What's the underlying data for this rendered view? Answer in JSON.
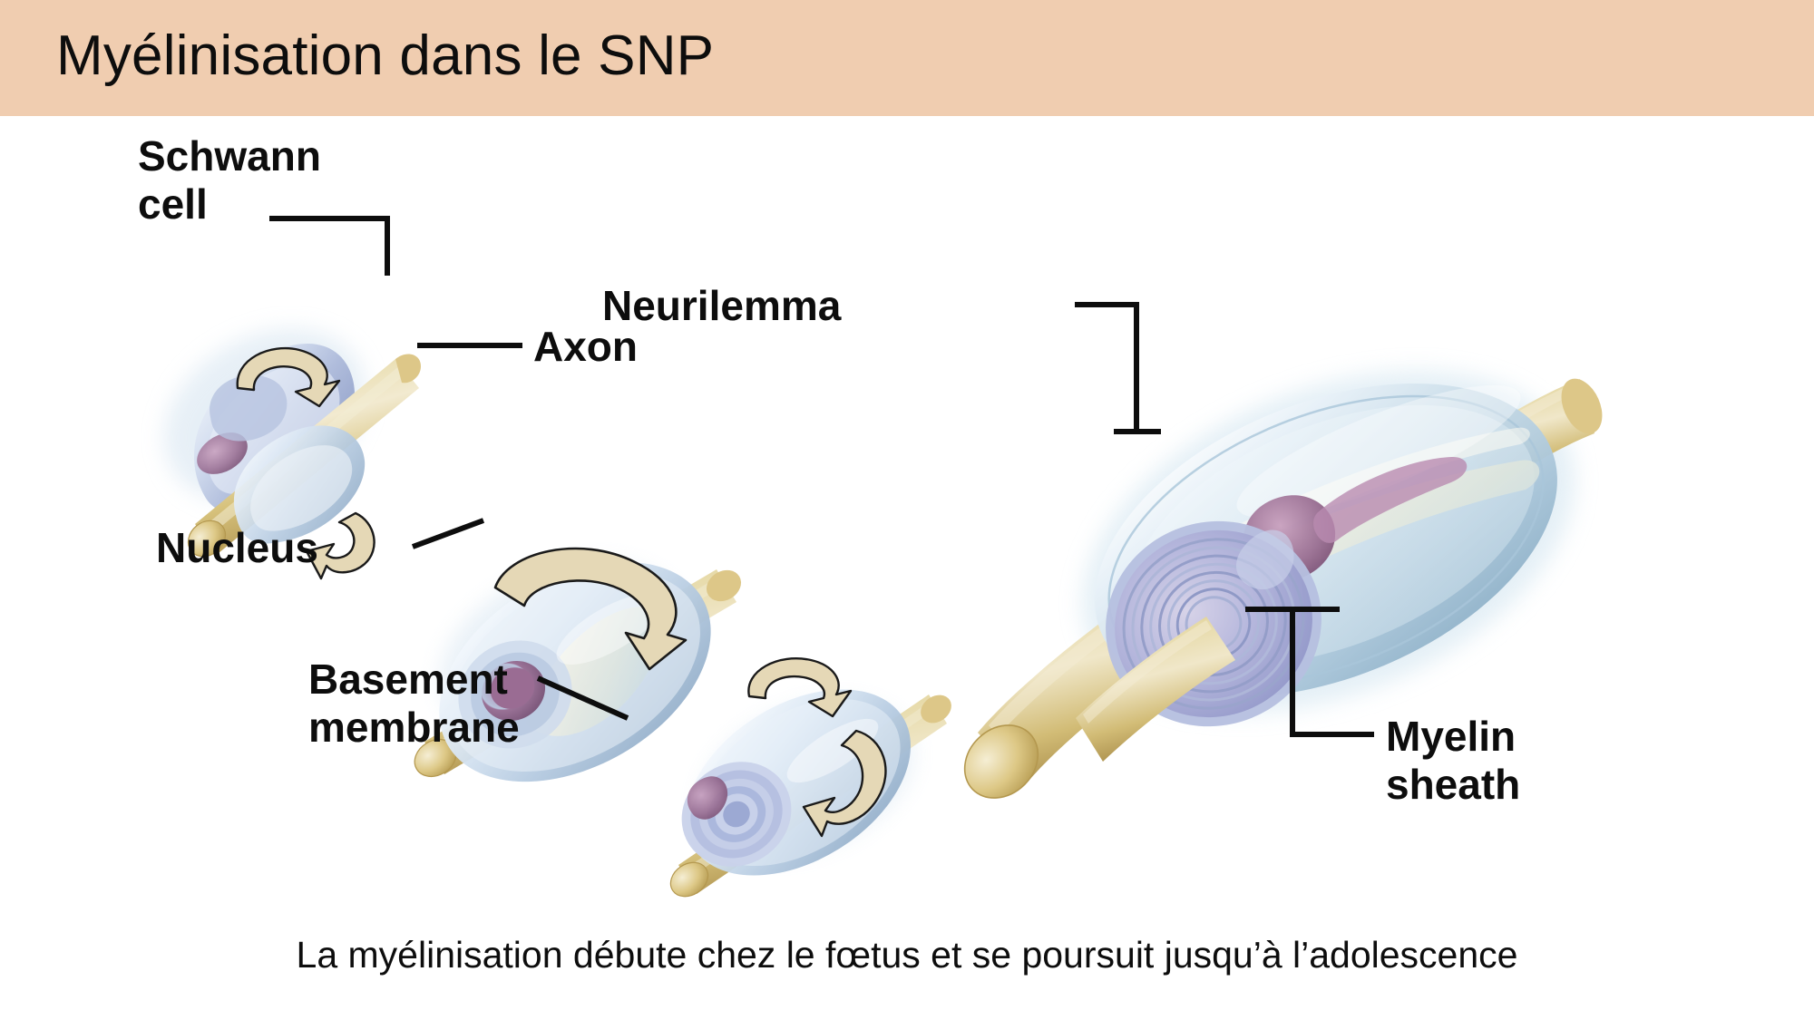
{
  "slide": {
    "title": "Myélinisation dans le SNP",
    "caption": "La myélinisation débute chez le fœtus et se poursuit jusqu’à l’adolescence",
    "header_bg": "#f0cdb0",
    "background": "#ffffff",
    "text_color": "#0d0d0d"
  },
  "figure": {
    "name": "myelination-in-pns-diagram",
    "description": "Four-stage illustration of a Schwann cell wrapping around an axon to form a myelin sheath in the peripheral nervous system",
    "labels": [
      {
        "id": "schwann-cell",
        "line1": "Schwann",
        "line2": "cell",
        "leader": "elbow-right-down"
      },
      {
        "id": "axon",
        "text": "Axon",
        "leader": "straight-left"
      },
      {
        "id": "nucleus",
        "text": "Nucleus",
        "leader": "diagonal-right-up"
      },
      {
        "id": "basement-membrane",
        "line1": "Basement",
        "line2": "membrane",
        "leader": "diagonal-right-up"
      },
      {
        "id": "neurilemma",
        "text": "Neurilemma",
        "leader": "elbow-right-down"
      },
      {
        "id": "myelin-sheath",
        "line1": "Myelin",
        "line2": "sheath",
        "leader": "elbow-up-left"
      }
    ],
    "colors": {
      "axon_gold": "#d9c27c",
      "axon_gold_light": "#ece0b0",
      "axon_gold_dark": "#b99f4f",
      "schwann_blue": "#b9c7e2",
      "schwann_blue_light": "#e4ecf6",
      "schwann_blue_pale": "#cfdde9",
      "nucleus_purple": "#9c6f95",
      "nucleus_purple_dark": "#7b4f76",
      "arrow_tan": "#e5d8b6",
      "outline_black": "#101010"
    },
    "stages": [
      {
        "id": "stage-1",
        "note": "Schwann cell begins to envelop the axon"
      },
      {
        "id": "stage-2",
        "note": "Cell wraps around the axon, nucleus visible"
      },
      {
        "id": "stage-3",
        "note": "Repeated wrapping forms concentric layers"
      },
      {
        "id": "stage-4",
        "note": "Mature myelin sheath with neurilemma"
      }
    ]
  }
}
